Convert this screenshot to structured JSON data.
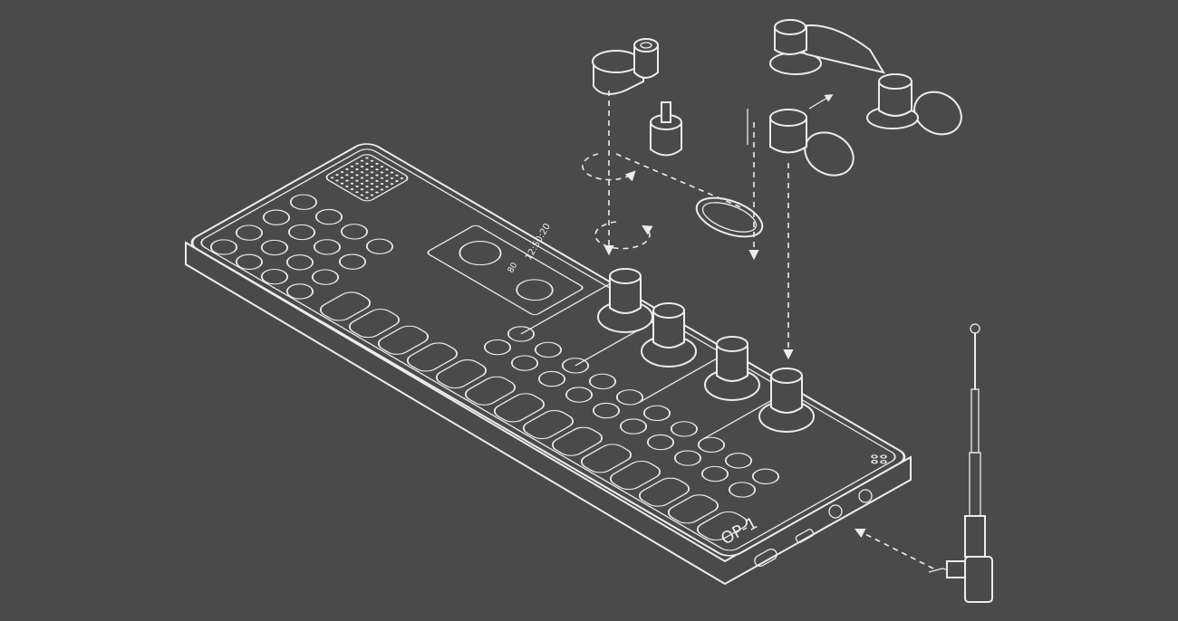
{
  "device": {
    "logo_text": "OP-1",
    "screen_time": "12:50:20",
    "screen_value": "80"
  },
  "colors": {
    "background": "#4a4a4a",
    "line": "#ececec"
  },
  "icons": [
    "speaker-grille-icon",
    "knob-icon",
    "antenna-icon",
    "audio-jack-icon",
    "tape-reel-icon"
  ]
}
